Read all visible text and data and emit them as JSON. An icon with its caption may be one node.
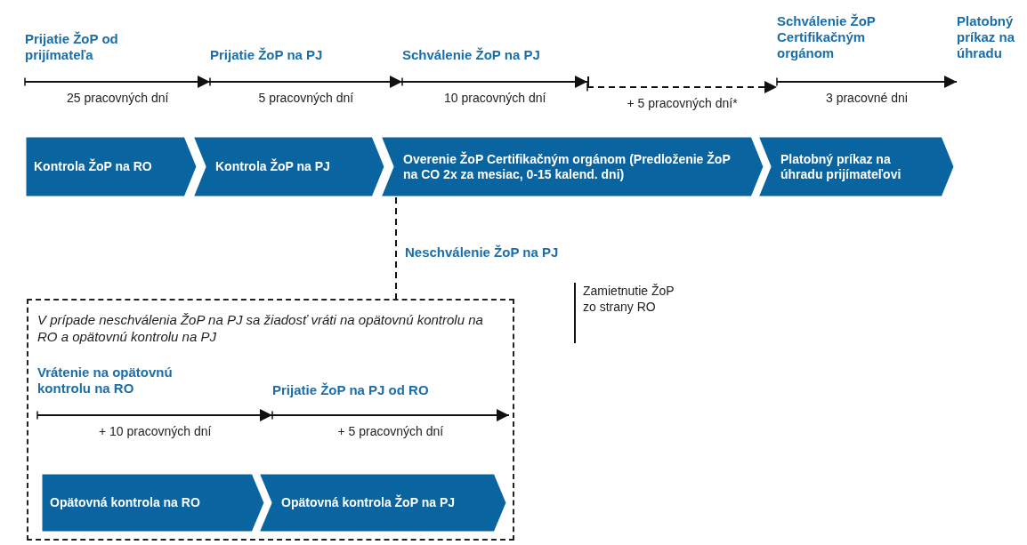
{
  "diagram": {
    "nodes": [
      {
        "text": [
          "Prijatie ŽoP od prijímateľa"
        ]
      },
      {
        "text": [
          "Prijatie ŽoP na PJ"
        ]
      },
      {
        "text": [
          "Schválenie ŽoP na PJ"
        ]
      },
      {
        "text": [],
        "shape": "bar"
      },
      {
        "text": [
          "Schválenie ŽoP Certifikačným orgánom"
        ]
      },
      {
        "text": [
          "Platobný príkaz na úhradu"
        ]
      },
      {
        "text": [
          "Kontrola ŽoP na RO"
        ]
      },
      {
        "text": [
          "Kontrola ŽoP na PJ"
        ]
      },
      {
        "text": [
          "Overenie ŽoP Certifikačným orgánom (Predloženie ŽoP na CO 2x za mesiac, 0-15 kalend. dni)"
        ]
      },
      {
        "text": [
          "Platobný príkaz na úhradu prijímateľovi"
        ]
      },
      {
        "text": [
          "Zamietnutie ŽoP zo strany RO"
        ]
      },
      {
        "text": [
          "V prípade neschválenia ŽoP na PJ sa žiadosť vráti na opätovnú kontrolu na RO a opätovnú kontrolu na PJ"
        ]
      },
      {
        "text": [
          "Vrátenie na opätovnú kontrolu na RO"
        ],
        "in": 11
      },
      {
        "text": [
          "Prijatie ŽoP na PJ od RO"
        ],
        "in": 11
      },
      {
        "text": [
          "Opätovná kontrola na RO"
        ],
        "in": 11
      },
      {
        "text": [
          "Opätovná kontrola ŽoP na PJ"
        ],
        "in": 11
      }
    ],
    "edges": [
      {
        "from": 0,
        "to": 1,
        "arrow": "to",
        "label": "25 pracovných dní"
      },
      {
        "from": 1,
        "to": 2,
        "arrow": "to",
        "label": "5 pracovných dní"
      },
      {
        "from": 2,
        "to": 3,
        "arrow": "to",
        "label": "10 pracovných dní"
      },
      {
        "from": 3,
        "to": 4,
        "arrow": "to",
        "label": "+ 5 pracovných dní*",
        "style": "dashed"
      },
      {
        "from": 4,
        "to": 5,
        "arrow": "to",
        "label": "3 pracovné dni"
      },
      {
        "from": 8,
        "to": 11,
        "arrow": "none",
        "label": "Neschválenie ŽoP na PJ",
        "style": "dashed"
      },
      {
        "from": 12,
        "to": 13,
        "arrow": "to",
        "label": "+ 10 pracovných dní"
      },
      {
        "from": 13,
        "to": null,
        "arrow": "to",
        "label": "+ 5 pracovných dní"
      }
    ]
  }
}
